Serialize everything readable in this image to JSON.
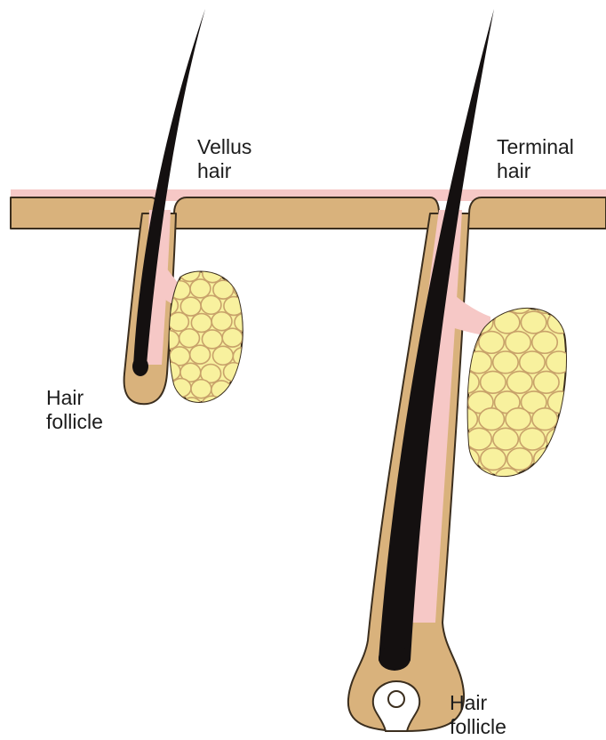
{
  "labels": {
    "vellus_hair": {
      "line1": "Vellus",
      "line2": "hair"
    },
    "terminal_hair": {
      "line1": "Terminal",
      "line2": "hair"
    },
    "vellus_follicle": {
      "line1": "Hair",
      "line2": "follicle"
    },
    "terminal_follicle": {
      "line1": "Hair",
      "line2": "follicle"
    }
  },
  "colors": {
    "epidermis": "#f6c8c6",
    "dermis": "#d9b27c",
    "outline": "#3b2e1e",
    "hair_shaft": "#141010",
    "gland_fill": "#f8f19e",
    "gland_cell_stroke": "#c8a26a",
    "background": "#ffffff"
  }
}
